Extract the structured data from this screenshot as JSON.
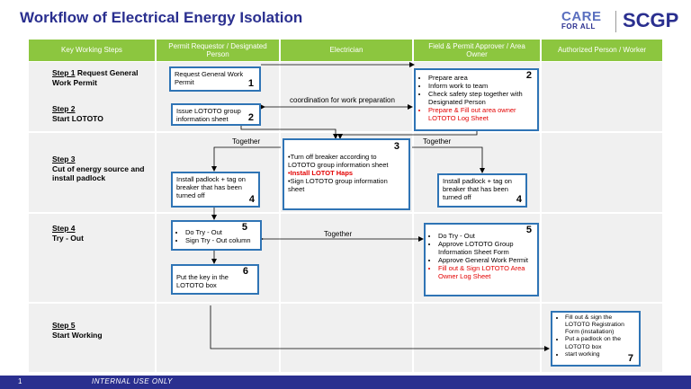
{
  "title": "Workflow of Electrical Energy Isolation",
  "logos": {
    "care_top": "CARE",
    "care_bottom": "FOR ALL",
    "scgp": "SCGP"
  },
  "headers": [
    "Key Working  Steps",
    "Permit Requestor / Designated Person",
    "Electrician",
    "Field & Permit Approver / Area Owner",
    "Authorized Person / Worker"
  ],
  "steps": {
    "s1_title": "Step 1",
    "s1_text": " Request General Work Permit",
    "s2_title": "Step 2",
    "s2_text": "Start LOTOTO",
    "s3_title": "Step 3",
    "s3_text": "Cut of energy source and install padlock",
    "s4_title": "Step 4",
    "s4_text": "Try - Out",
    "s5_title": "Step 5",
    "s5_text": "Start Working"
  },
  "boxes": {
    "b1": {
      "text": "Request General Work Permit",
      "num": "1"
    },
    "b2": {
      "items": [
        "Prepare area",
        "Inform work to team",
        "Check safety step together with Designated Person",
        "Prepare & Fill out area owner LOTOTO Log Sheet"
      ],
      "num": "2"
    },
    "b2_issue": {
      "text": "Issue LOTOTO group information sheet",
      "num": "2"
    },
    "b3": {
      "items": [
        "Turn off breaker according to LOTOTO group information sheet",
        "Install LOTOT Haps",
        "Sign LOTOTO group information sheet"
      ],
      "num": "3"
    },
    "b4_left": {
      "text": "Install padlock + tag on breaker that has been turned off",
      "num": "4"
    },
    "b4_right": {
      "text": "Install padlock + tag on breaker that has been turned off",
      "num": "4"
    },
    "b5_left": {
      "items": [
        "Do Try - Out",
        "Sign Try - Out column"
      ],
      "num": "5"
    },
    "b5_right": {
      "items": [
        "Do Try - Out",
        "Approve LOTOTO Group Information Sheet Form",
        "Approve General Work Permit",
        "Fill out & Sign LOTOTO Area Owner Log Sheet"
      ],
      "num": "5"
    },
    "b6": {
      "text": "Put the key in the LOTOTO box",
      "num": "6"
    },
    "b7": {
      "items": [
        "Fill out & sign the LOTOTO Registration Form (installation)",
        "Put a padlock on the LOTOTO box",
        "start working"
      ],
      "num": "7"
    }
  },
  "labels": {
    "coordination": "coordination for work preparation",
    "together1": "Together",
    "together2": "Together",
    "together3": "Together"
  },
  "footer": {
    "page": "1",
    "text": "INTERNAL USE ONLY"
  },
  "colors": {
    "header_green": "#8cc63f",
    "box_blue": "#2f74b5",
    "title_navy": "#2a2f8f",
    "highlight_red": "#e30000"
  }
}
